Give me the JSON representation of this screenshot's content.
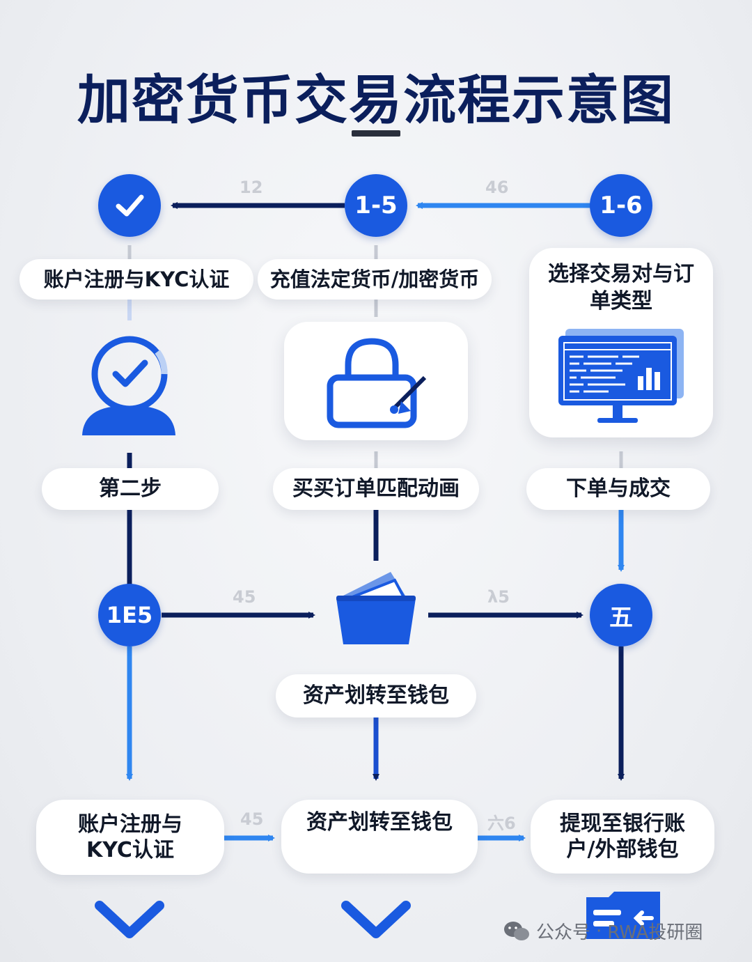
{
  "title": "加密货币交易流程示意图",
  "top_nodes": {
    "left_label": "",
    "middle_label": "1-5",
    "right_label": "1-6"
  },
  "faint_numbers": {
    "top_left": "12",
    "top_right": "46",
    "mid_left": "45",
    "mid_right": "λ5",
    "bottom_left": "45",
    "bottom_right": "六6"
  },
  "labels": {
    "kyc": "账户注册与KYC认证",
    "deposit": "充值法定货币/加密货币",
    "select_pair": "选择交易对与订单类型",
    "step_two": "第二步",
    "matching": "买买订单匹配动画",
    "place_order": "下单与成交",
    "transfer_mid": "资产划转至钱包"
  },
  "mid_nodes": {
    "left_label": "1E5",
    "right_label": "五"
  },
  "bottom_cards": {
    "left": "账户注册与KYC认证",
    "middle": "资产划转至钱包",
    "right": "提现至银行账户/外部钱包"
  },
  "watermark": {
    "prefix": "公众号",
    "sep": "·",
    "name": "RWA投研圈"
  },
  "colors": {
    "primary": "#1a5ae0",
    "navy": "#0b1f5c",
    "light_blue": "#2f86f0"
  }
}
